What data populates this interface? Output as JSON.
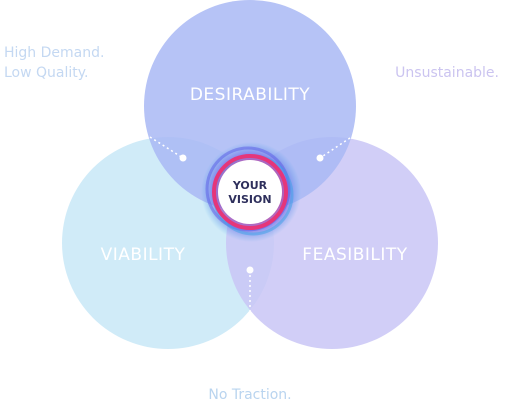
{
  "circles": [
    {
      "key": "desirability",
      "label": "DESIRABILITY",
      "color": "#a9b8f4"
    },
    {
      "key": "viability",
      "label": "VIABILITY",
      "color": "#c8e8f7"
    },
    {
      "key": "feasibility",
      "label": "FEASIBILITY",
      "color": "#c9c6f6"
    }
  ],
  "center": {
    "line1": "YOUR",
    "line2": "VISION",
    "ring_colors": [
      "#e5367a",
      "#5a5ce6",
      "#3ba3e8"
    ]
  },
  "annotations": {
    "top_left": {
      "line1": "High Demand.",
      "line2": "Low Quality.",
      "color": "#c4d8f2"
    },
    "top_right": {
      "text": "Unsustainable.",
      "color": "#cbc4f0"
    },
    "bottom": {
      "text": "No Traction.",
      "color": "#b9d4ef"
    }
  }
}
